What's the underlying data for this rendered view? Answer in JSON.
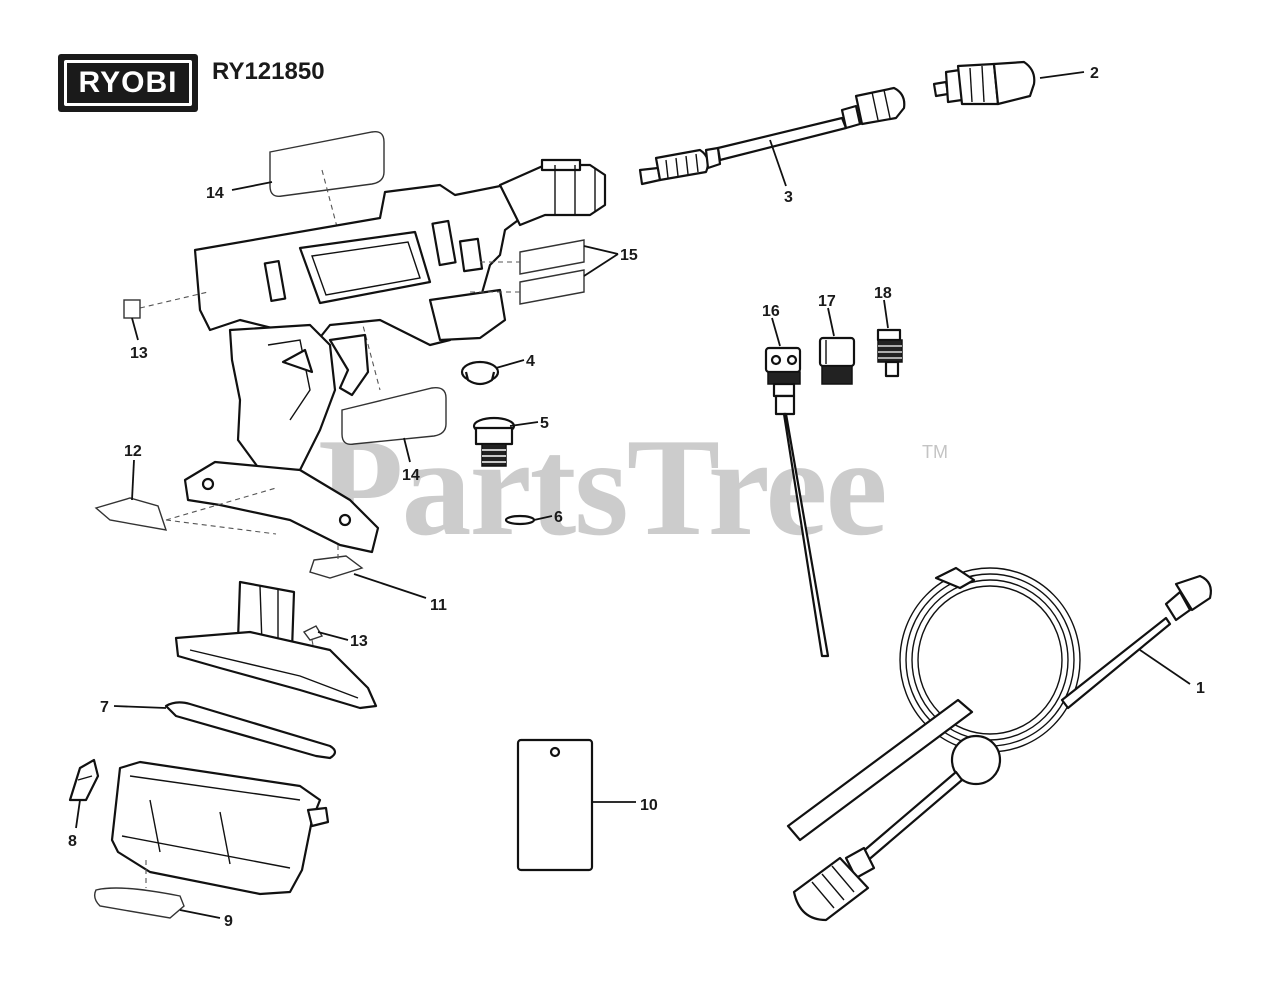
{
  "header": {
    "brand": "RYOBI",
    "model": "RY121850"
  },
  "watermark": {
    "text": "PartsTree",
    "trademark": "TM"
  },
  "callouts": [
    "1",
    "2",
    "3",
    "4",
    "5",
    "6",
    "7",
    "8",
    "9",
    "10",
    "11",
    "12",
    "13",
    "13",
    "14",
    "14",
    "15",
    "16",
    "17",
    "18"
  ]
}
